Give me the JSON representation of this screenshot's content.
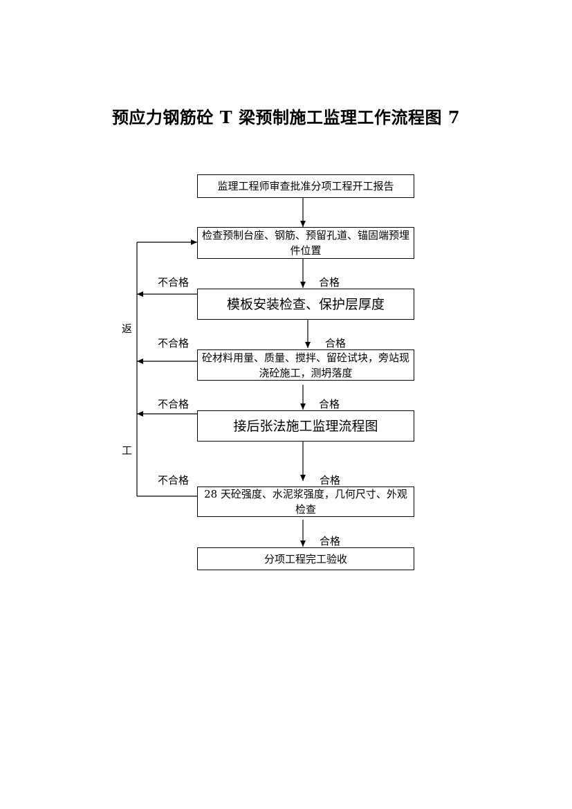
{
  "title": "预应力钢筋砼 T 梁预制施工监理工作流程图 7",
  "steps": [
    "监理工程师审查批准分项工程开工报告",
    "检查预制台座、钢筋、预留孔道、锚固端预埋件位置",
    "模板安装检查、保护层厚度",
    "砼材料用量、质量、搅拌、留砼试块，旁站现浇砼施工，测坍落度",
    "接后张法施工监理流程图",
    "28 天砼强度、水泥浆强度，几何尺寸、外观检查",
    "分项工程完工验收"
  ],
  "pass_label": "合格",
  "fail_label": "不合格",
  "return_label": [
    "返",
    "工"
  ]
}
